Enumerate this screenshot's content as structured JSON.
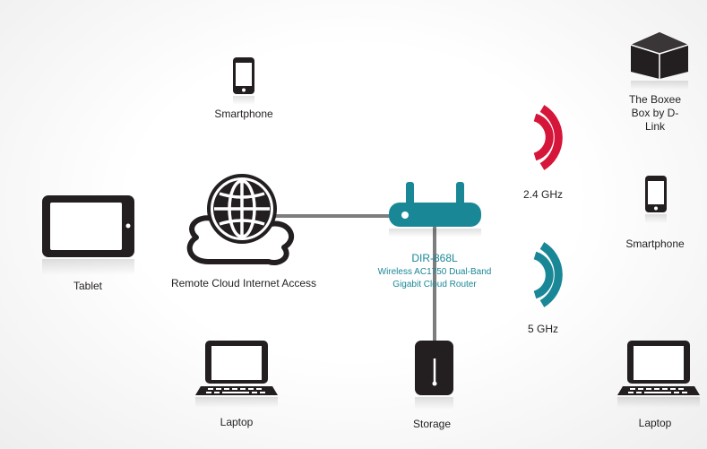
{
  "devices": {
    "smartphone_top": "Smartphone",
    "tablet": "Tablet",
    "cloud": "Remote Cloud Internet Access",
    "laptop_left": "Laptop",
    "storage": "Storage",
    "boxee": "The Boxee Box by D-Link",
    "smartphone_right": "Smartphone",
    "laptop_right": "Laptop"
  },
  "router": {
    "model": "DIR-868L",
    "description_line1": "Wireless AC1750 Dual-Band",
    "description_line2": "Gigabit Cloud Router"
  },
  "bands": {
    "band_24": "2.4 GHz",
    "band_5": "5 GHz"
  },
  "colors": {
    "teal": "#1a8797",
    "red": "#d6153a",
    "dark": "#231f20",
    "line": "#7d7d7d"
  }
}
